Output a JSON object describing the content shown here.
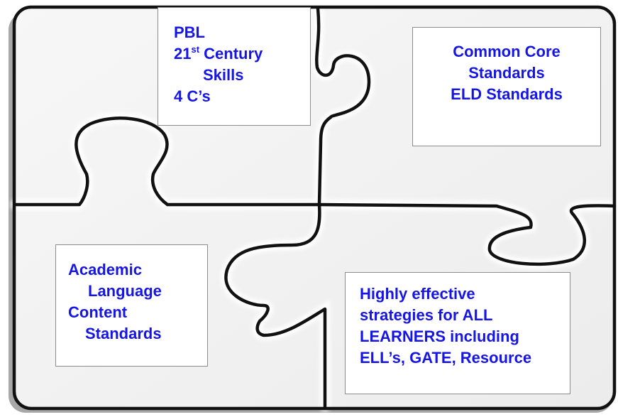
{
  "pieces": {
    "top_left": {
      "lines": [
        "PBL",
        "21",
        "st",
        " Century",
        "Skills",
        "4 C’s"
      ]
    },
    "top_right": {
      "lines": [
        "Common Core",
        "Standards",
        "ELD Standards"
      ]
    },
    "bottom_left": {
      "lines": [
        "Academic",
        "Language",
        "Content",
        "Standards"
      ]
    },
    "bottom_right": {
      "lines": [
        "Highly effective",
        "strategies for ALL",
        "LEARNERS including",
        "ELL’s, GATE, Resource"
      ]
    },
    "text_color": "#1515e6",
    "outline_color": "#111111",
    "shadow_color": "#9a9a9a",
    "piece_fill": "#f1f1f1"
  }
}
